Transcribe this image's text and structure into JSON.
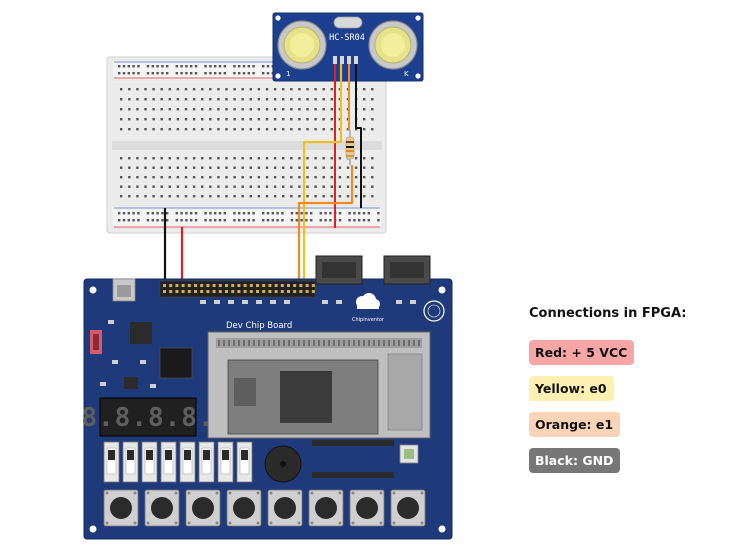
{
  "sensor": {
    "label": "HC-SR04"
  },
  "board": {
    "label": "Dev Chip Board",
    "brand": "Chipinventor"
  },
  "seven_segment": {
    "display": "8.8.8.8."
  },
  "legend": {
    "title": "Connections in FPGA:",
    "items": [
      {
        "label": "Red: + 5 VCC",
        "bg": "#f7a5a5",
        "wire": "#e02020",
        "dark": false
      },
      {
        "label": "Yellow: e0",
        "bg": "#fdf0b0",
        "wire": "#f0c020",
        "dark": false
      },
      {
        "label": "Orange: e1",
        "bg": "#fbd4b8",
        "wire": "#f08a24",
        "dark": false
      },
      {
        "label": "Black: GND",
        "bg": "#777777",
        "wire": "#111111",
        "dark": true
      }
    ]
  },
  "colors": {
    "board": "#1f3a7a",
    "sensor": "#1d3f8f",
    "breadboard": "#ececec"
  }
}
